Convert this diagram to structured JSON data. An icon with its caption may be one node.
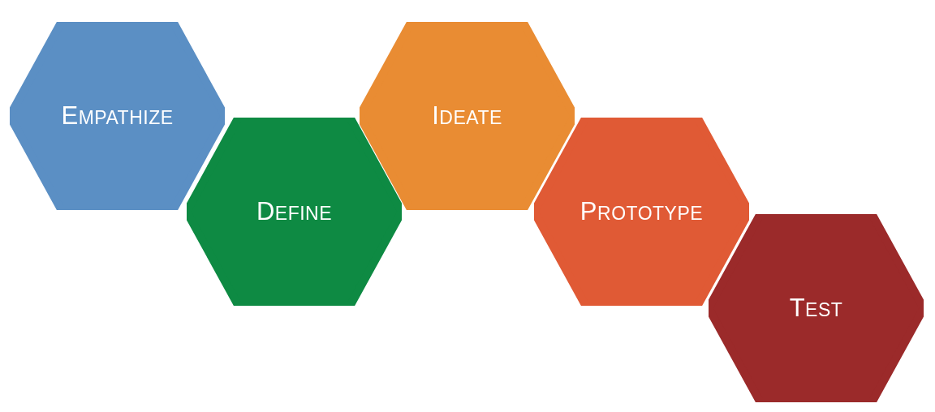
{
  "diagram": {
    "nodes": [
      {
        "text": [
          "EMPATHIZE"
        ]
      },
      {
        "text": [
          "DEFINE"
        ]
      },
      {
        "text": [
          "IDEATE"
        ]
      },
      {
        "text": [
          "PROTOTYPE"
        ]
      },
      {
        "text": [
          "TEST"
        ]
      }
    ]
  }
}
